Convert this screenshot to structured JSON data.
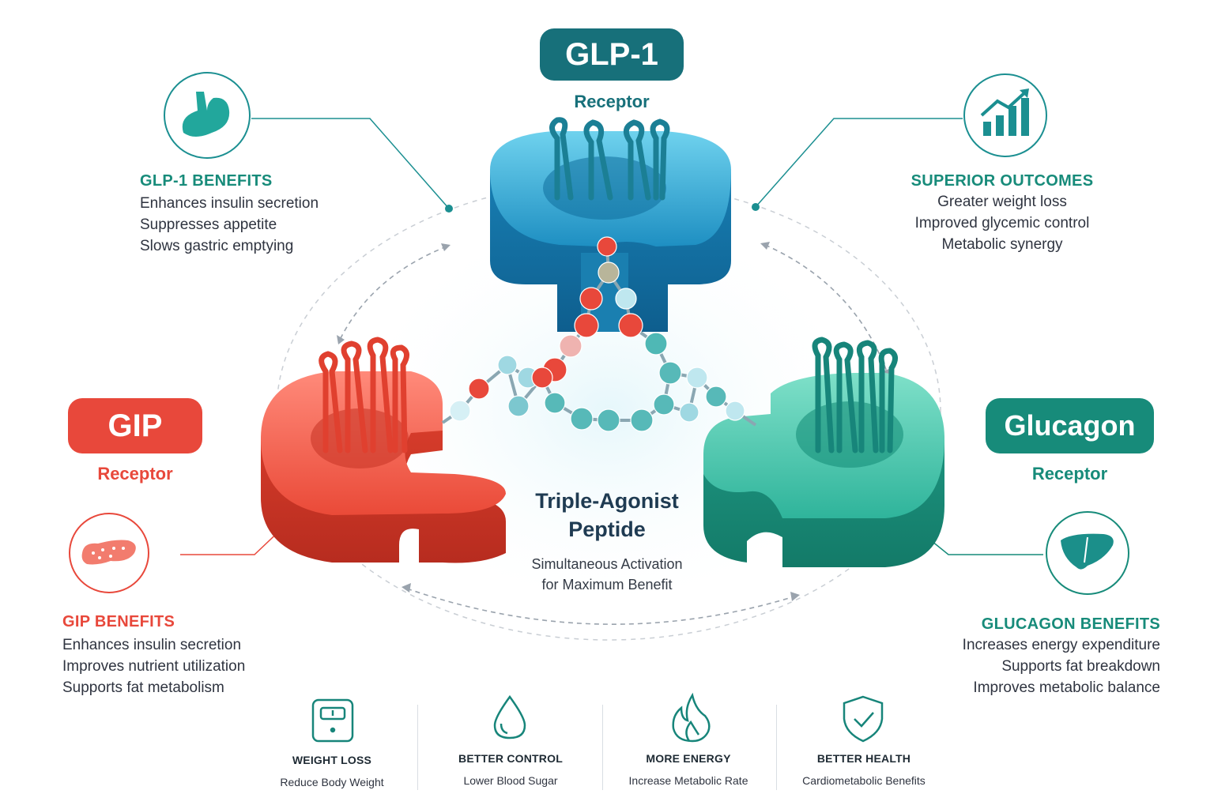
{
  "colors": {
    "glp1": "#17707a",
    "gip": "#e8483b",
    "glucagon": "#178b7a",
    "title_dark": "#1f3b52"
  },
  "receptors": {
    "glp1": {
      "name": "GLP-1",
      "subtitle": "Receptor"
    },
    "gip": {
      "name": "GIP",
      "subtitle": "Receptor"
    },
    "glucagon": {
      "name": "Glucagon",
      "subtitle": "Receptor"
    }
  },
  "panels": {
    "glp1_benefits": {
      "icon": "stomach-icon",
      "heading": "GLP-1 BENEFITS",
      "items": [
        "Enhances insulin secretion",
        "Suppresses appetite",
        "Slows gastric emptying"
      ]
    },
    "superior_outcomes": {
      "icon": "growth-chart-icon",
      "heading": "SUPERIOR OUTCOMES",
      "items": [
        "Greater weight loss",
        "Improved glycemic control",
        "Metabolic synergy"
      ]
    },
    "gip_benefits": {
      "icon": "pancreas-icon",
      "heading": "GIP BENEFITS",
      "items": [
        "Enhances insulin secretion",
        "Improves nutrient utilization",
        "Supports fat metabolism"
      ]
    },
    "glucagon_benefits": {
      "icon": "liver-icon",
      "heading": "GLUCAGON BENEFITS",
      "items": [
        "Increases energy expenditure",
        "Supports fat breakdown",
        "Improves metabolic balance"
      ]
    }
  },
  "center": {
    "title_line1": "Triple-Agonist",
    "title_line2": "Peptide",
    "subtitle_line1": "Simultaneous Activation",
    "subtitle_line2": "for Maximum Benefit"
  },
  "footer": [
    {
      "icon": "scale-icon",
      "title": "WEIGHT LOSS",
      "subtitle": "Reduce Body Weight"
    },
    {
      "icon": "drop-icon",
      "title": "BETTER CONTROL",
      "subtitle": "Lower Blood Sugar"
    },
    {
      "icon": "flame-icon",
      "title": "MORE ENERGY",
      "subtitle": "Increase Metabolic Rate"
    },
    {
      "icon": "shield-check-icon",
      "title": "BETTER HEALTH",
      "subtitle": "Cardiometabolic Benefits"
    }
  ]
}
